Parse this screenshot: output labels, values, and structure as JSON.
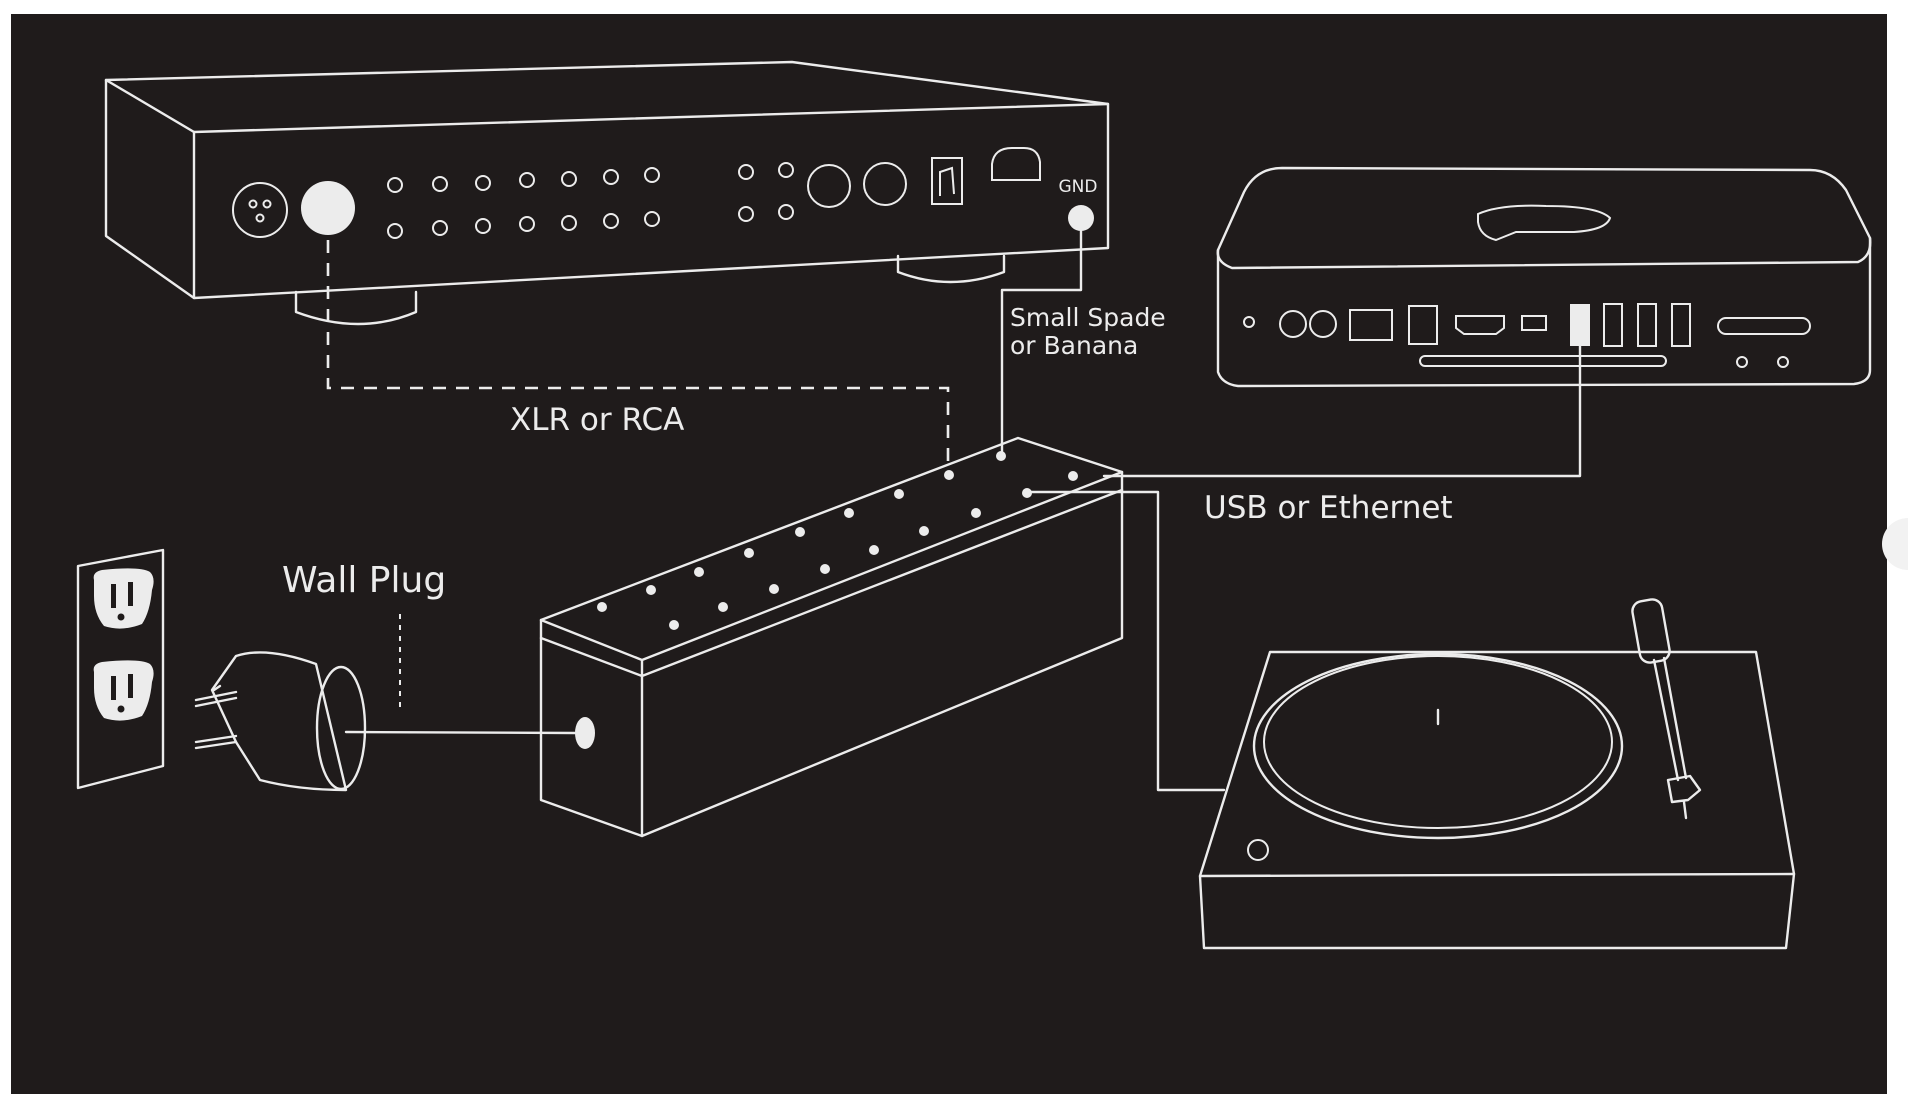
{
  "colors": {
    "background": "#1f1b1b",
    "line": "#ececec",
    "page": "#ffffff"
  },
  "labels": {
    "gnd": "GND",
    "spade_line1": "Small Spade",
    "spade_line2": "or Banana",
    "xlr": "XLR or RCA",
    "usb": "USB or Ethernet",
    "wall": "Wall Plug"
  },
  "icons": {
    "amplifier": "amplifier-icon",
    "mini_pc": "mini-pc-icon",
    "power_conditioner": "power-strip-icon",
    "wall_outlet": "wall-outlet-icon",
    "plug": "power-plug-icon",
    "turntable": "turntable-icon",
    "apple_logo": "apple-logo-icon"
  }
}
